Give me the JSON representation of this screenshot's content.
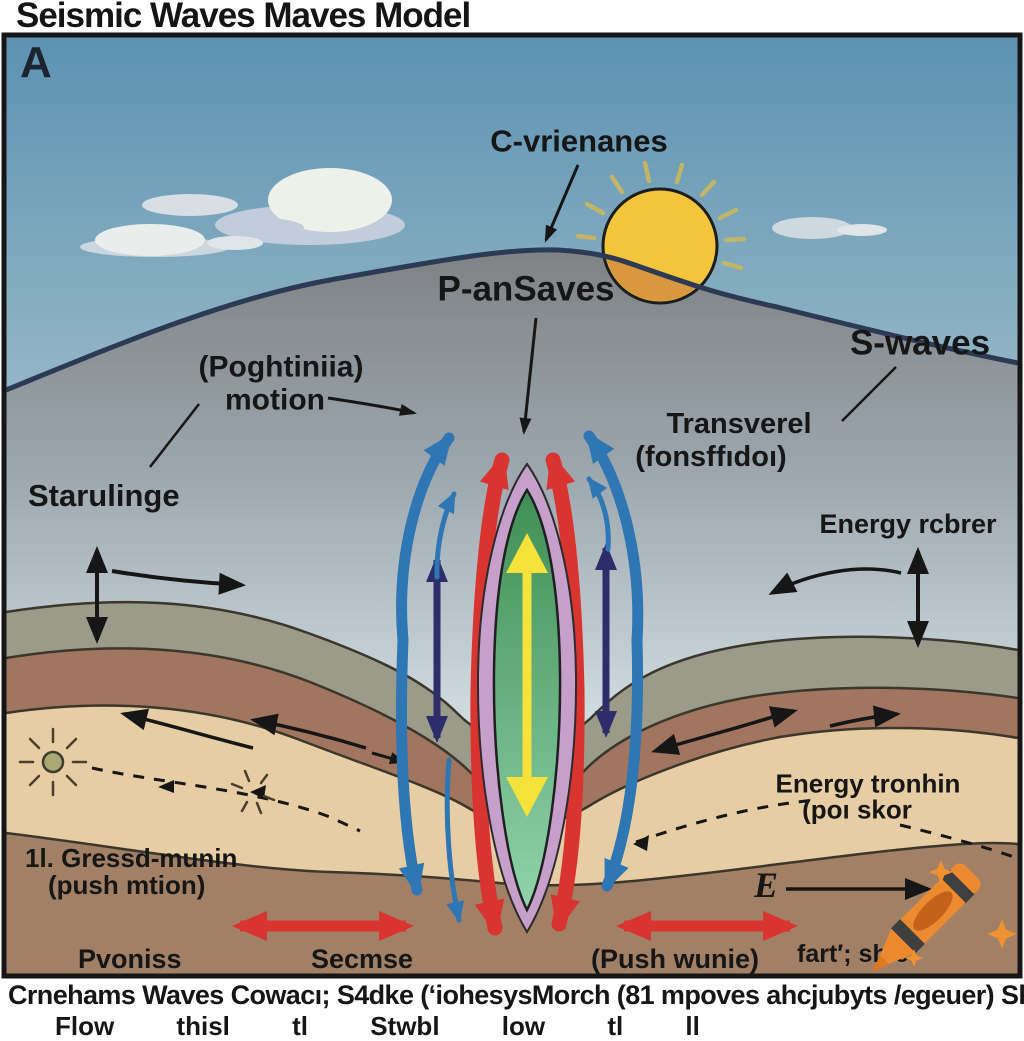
{
  "title": "Seismic Waves Maves Model",
  "panel": {
    "letter": "A"
  },
  "labels": {
    "surface_pointer": "C-vrienanes",
    "p_waves": "P-anSaves",
    "s_waves": "S-waves",
    "particle_motion_1": "(Poghtiniia)",
    "particle_motion_2": "motion",
    "transverse_1": "Transverel",
    "transverse_2": "(fonsffıdoı)",
    "surface_wave": "Starulinge",
    "energy_surface": "Energy rcbrer",
    "energy_deep_1": "Energy tronhin",
    "energy_deep_2": "(poı skor",
    "compression_1": "1l. Gressd-munin",
    "compression_2": "(push mtion)",
    "bottom_left": "Pvoniss",
    "bottom_center": "Secmse",
    "bottom_push": "(Push wunie)",
    "bottom_right": "fart′; sh e",
    "energy_e": "E"
  },
  "caption": {
    "line1": "Crnehams Waves Cowacı; S4dke (ʻiohesysMorch (81 mpoves ahcjubyts /egeuer) Shne Cnasin",
    "line2_clipped": "Flow thisl tl Stwbl low tl ll"
  },
  "palette": {
    "sky_top": "#5d92b2",
    "sky_horizon": "#d8e3e4",
    "sun_yellow": "#f2c53d",
    "sun_lower_orange": "#d9973f",
    "mountain_gray": "#7f8285",
    "ridge_navy": "#2c3a55",
    "layer_olive": "#9b9b8a",
    "layer_brown": "#a17560",
    "layer_tan": "#e6cda3",
    "layer_bottom_brown": "#a18066",
    "arrow_red": "#da3430",
    "arrow_blue": "#2f76b4",
    "arrow_navy": "#2d2d6b",
    "arrow_yellow": "#f5e23b",
    "ellipse_green": "#4f9e5f",
    "ellipse_purple": "#c69fca",
    "crayon_orange": "#ed8a2f"
  }
}
